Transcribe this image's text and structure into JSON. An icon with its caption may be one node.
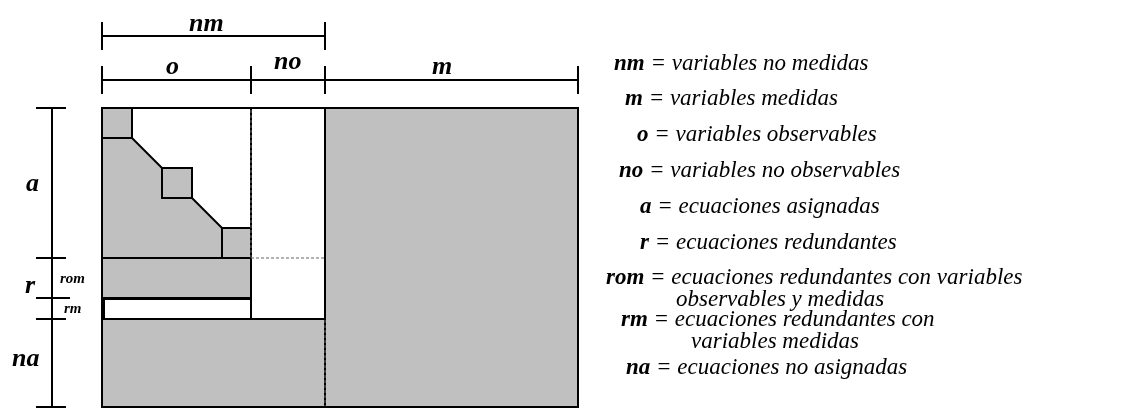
{
  "diagram": {
    "labels": [
      "nm",
      "o",
      "no",
      "m",
      "a",
      "r",
      "rom",
      "rm",
      "na",
      "**nm** = variables no medidas",
      "**m** = variables medidas",
      "**o** = variables observables",
      "**no** = variables no observables",
      "**a** = ecuaciones asignadas",
      "**r** = ecuaciones redundantes",
      "**rom** = ecuaciones redundantes con variables observables y medidas",
      "**rm** = ecuaciones redundantes con variables medidas",
      "**na** = ecuaciones no asignadas"
    ]
  }
}
